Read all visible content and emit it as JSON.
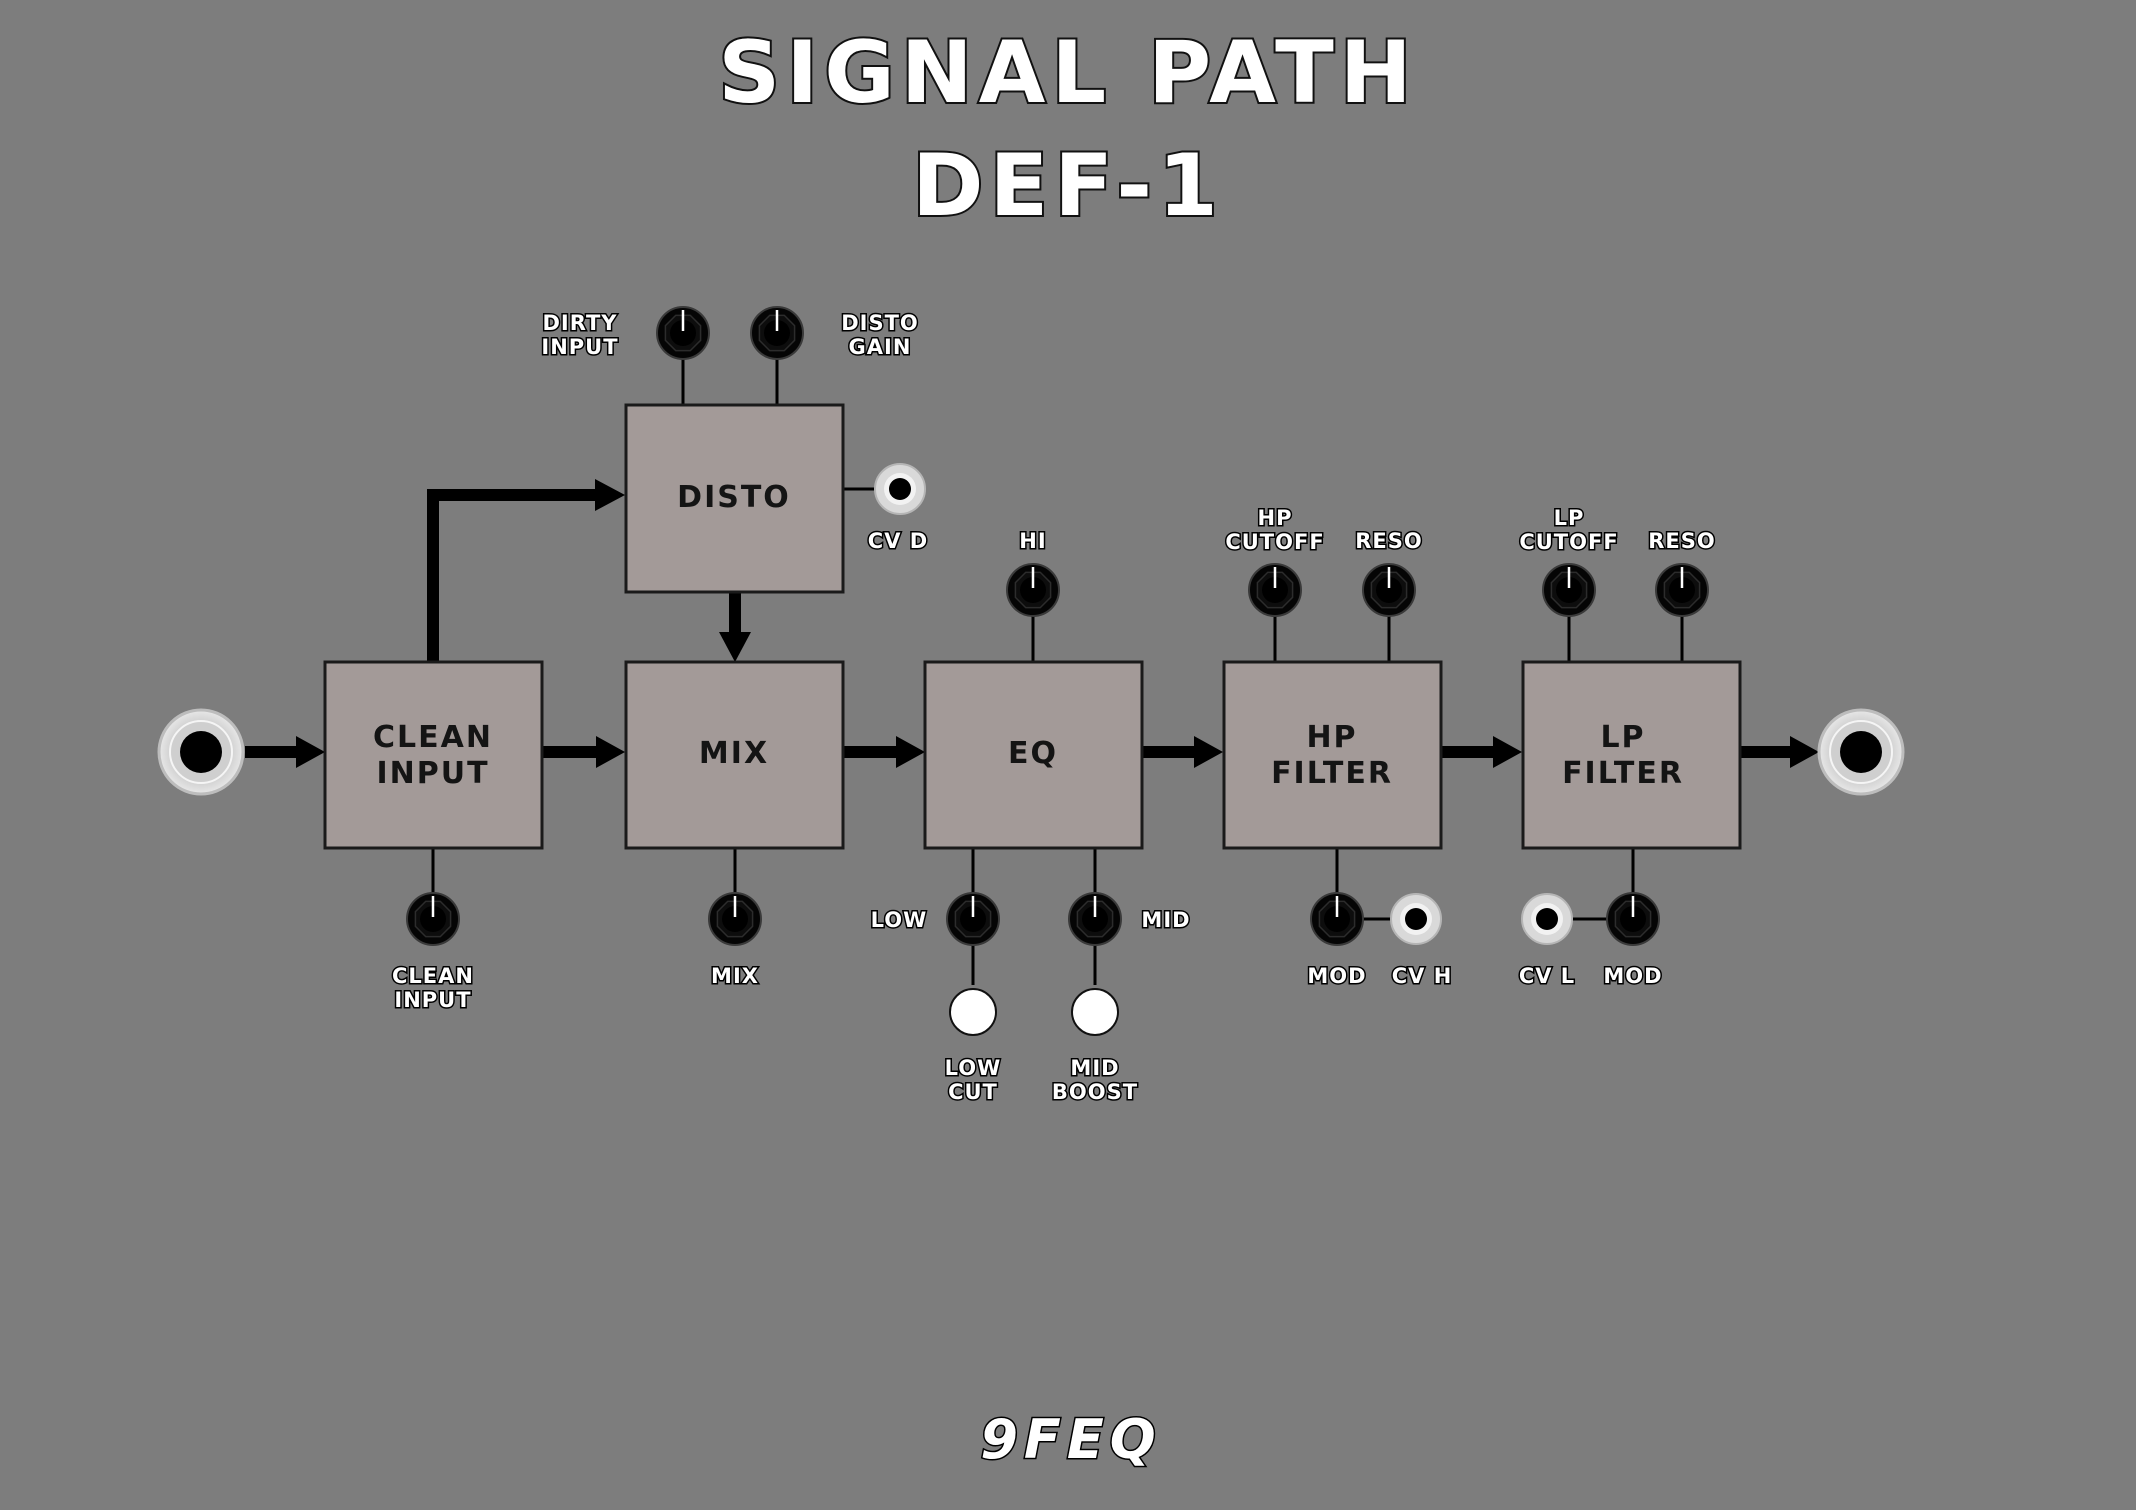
{
  "title": {
    "line1": "SIGNAL PATH",
    "line2": "DEF-1"
  },
  "blocks": {
    "clean_input": {
      "lines": [
        "CLEAN",
        "INPUT"
      ]
    },
    "disto": {
      "lines": [
        "DISTO"
      ]
    },
    "mix": {
      "lines": [
        "MIX"
      ]
    },
    "eq": {
      "lines": [
        "EQ"
      ]
    },
    "hp_filter": {
      "lines": [
        "HP",
        "FILTER"
      ]
    },
    "lp_filter": {
      "lines": [
        "LP",
        "FILTER"
      ]
    }
  },
  "knobs": {
    "dirty_input": {
      "lines": [
        "DIRTY",
        "INPUT"
      ]
    },
    "disto_gain": {
      "lines": [
        "DISTO",
        "GAIN"
      ]
    },
    "clean_input": {
      "lines": [
        "CLEAN",
        "INPUT"
      ]
    },
    "mix": {
      "lines": [
        "MIX"
      ]
    },
    "eq_hi": {
      "lines": [
        "HI"
      ]
    },
    "eq_low": {
      "lines": [
        "LOW"
      ]
    },
    "eq_mid": {
      "lines": [
        "MID"
      ]
    },
    "hp_cutoff": {
      "lines": [
        "HP",
        "CUTOFF"
      ]
    },
    "hp_reso": {
      "lines": [
        "RESO"
      ]
    },
    "hp_mod": {
      "lines": [
        "MOD"
      ]
    },
    "lp_cutoff": {
      "lines": [
        "LP",
        "CUTOFF"
      ]
    },
    "lp_reso": {
      "lines": [
        "RESO"
      ]
    },
    "lp_mod": {
      "lines": [
        "MOD"
      ]
    }
  },
  "jacks": {
    "cv_d": {
      "lines": [
        "CV D"
      ]
    },
    "cv_h": {
      "lines": [
        "CV H"
      ]
    },
    "cv_l": {
      "lines": [
        "CV L"
      ]
    }
  },
  "switches": {
    "low_cut": {
      "lines": [
        "LOW",
        "CUT"
      ]
    },
    "mid_boost": {
      "lines": [
        "MID",
        "BOOST"
      ]
    }
  },
  "logo": "9FEQ",
  "colors": {
    "background": "#7d7d7d",
    "block_fill": "#a39a98",
    "knob": "#050505",
    "jack_ring": "#d9d9d9",
    "label_fill": "#ffffff"
  }
}
